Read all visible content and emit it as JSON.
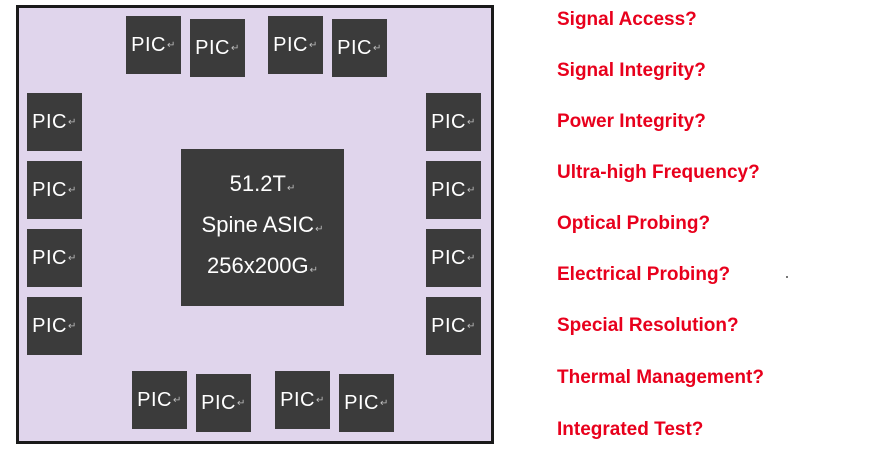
{
  "diagram": {
    "pic_label": "PIC",
    "paragraph_mark": "↵",
    "asic_lines": [
      "51.2T",
      "Spine ASIC",
      "256x200G"
    ],
    "questions": [
      "Signal Access?",
      "Signal Integrity?",
      "Power Integrity?",
      "Ultra-high Frequency?",
      "Optical Probing?",
      "Electrical Probing?",
      "Special Resolution?",
      "Thermal Management?",
      "Integrated Test?"
    ],
    "colors": {
      "board": "#e0d5ec",
      "chip": "#3b3b3b",
      "question_text": "#e8001c"
    }
  }
}
